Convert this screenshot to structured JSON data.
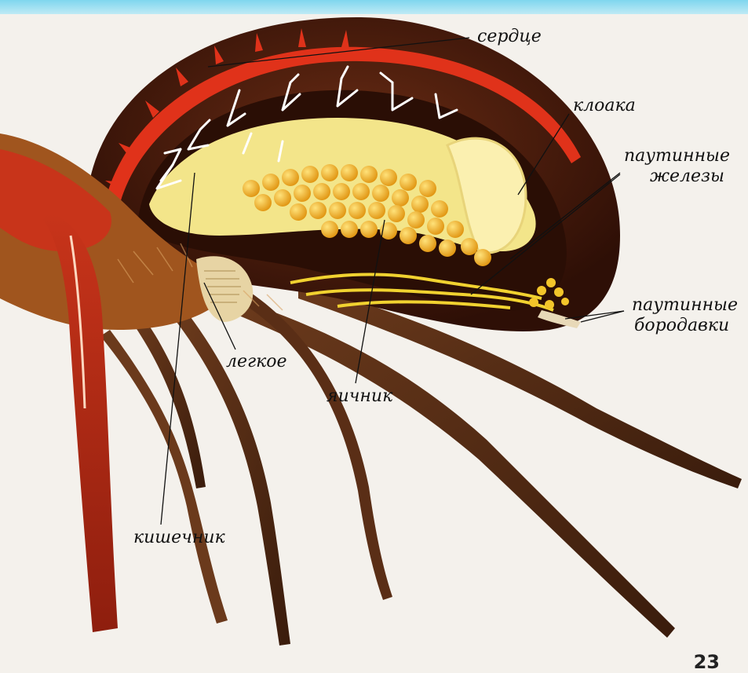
{
  "labels": {
    "heart": "сердце",
    "cloaca": "клоака",
    "silk_glands_line1": "паутинные",
    "silk_glands_line2": "железы",
    "spinnerets_line1": "паутинные",
    "spinnerets_line2": "бородавки",
    "lung": "легкое",
    "ovary": "яичник",
    "intestine": "кишечник"
  },
  "page_number": "23",
  "colors": {
    "heart": "#e0321a",
    "abdomen_shell": "#4a1e10",
    "fat_body": "#f3e58a",
    "eggs": "#f2b21a",
    "hair": "#8a4a22"
  }
}
